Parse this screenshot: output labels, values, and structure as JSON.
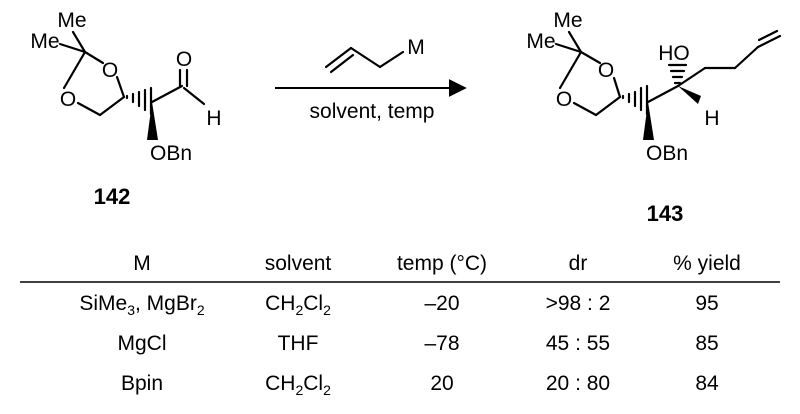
{
  "scheme": {
    "reactant": {
      "compound_number": "142",
      "me_top": "Me",
      "me_left": "Me",
      "ring_o_top": "O",
      "ring_o_bottom": "O",
      "carbonyl_o": "O",
      "aldehyde_h": "H",
      "obn": "OBn"
    },
    "product": {
      "compound_number": "143",
      "me_top": "Me",
      "me_left": "Me",
      "ring_o_top": "O",
      "ring_o_bottom": "O",
      "ho": "HO",
      "h": "H",
      "obn": "OBn"
    },
    "reagent_label": "M",
    "conditions": "solvent, temp"
  },
  "table": {
    "headers": [
      "M",
      "solvent",
      "temp (°C)",
      "dr",
      "% yield"
    ],
    "rows": [
      {
        "m": [
          {
            "t": "SiMe"
          },
          {
            "t": "3",
            "sub": true
          },
          {
            "t": ", MgBr"
          },
          {
            "t": "2",
            "sub": true
          }
        ],
        "solvent": [
          {
            "t": "CH"
          },
          {
            "t": "2",
            "sub": true
          },
          {
            "t": "Cl"
          },
          {
            "t": "2",
            "sub": true
          }
        ],
        "temp": "–20",
        "dr": ">98 : 2",
        "yield": "95"
      },
      {
        "m": [
          {
            "t": "MgCl"
          }
        ],
        "solvent": [
          {
            "t": "THF"
          }
        ],
        "temp": "–78",
        "dr": "45 : 55",
        "yield": "85"
      },
      {
        "m": [
          {
            "t": "Bpin"
          }
        ],
        "solvent": [
          {
            "t": "CH"
          },
          {
            "t": "2",
            "sub": true
          },
          {
            "t": "Cl"
          },
          {
            "t": "2",
            "sub": true
          }
        ],
        "temp": "20",
        "dr": "20 : 80",
        "yield": "84"
      }
    ]
  }
}
